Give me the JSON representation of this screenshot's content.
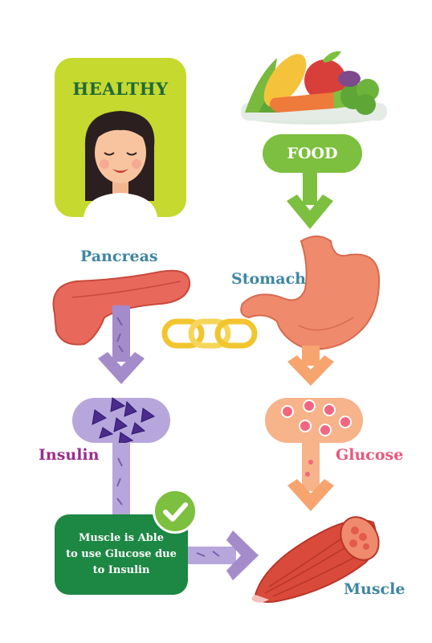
{
  "healthy": {
    "title": "HEALTHY"
  },
  "food": {
    "label": "FOOD"
  },
  "labels": {
    "pancreas": "Pancreas",
    "stomach": "Stomach",
    "insulin": "Insulin",
    "glucose": "Glucose",
    "muscle": "Muscle"
  },
  "muscle_box": {
    "line1": "Muscle is Able",
    "line2": "to use Glucose due",
    "line3": "to Insulin"
  },
  "colors": {
    "healthy_bg": "#c6d92f",
    "food_green": "#7dbf3e",
    "insulin_purple": "#a48bc9",
    "glucose_peach": "#f7a46f",
    "muscle_box_green": "#1d8744",
    "label_blue": "#3f86a3",
    "insulin_label": "#9b2d8e",
    "glucose_label": "#e8577b"
  }
}
